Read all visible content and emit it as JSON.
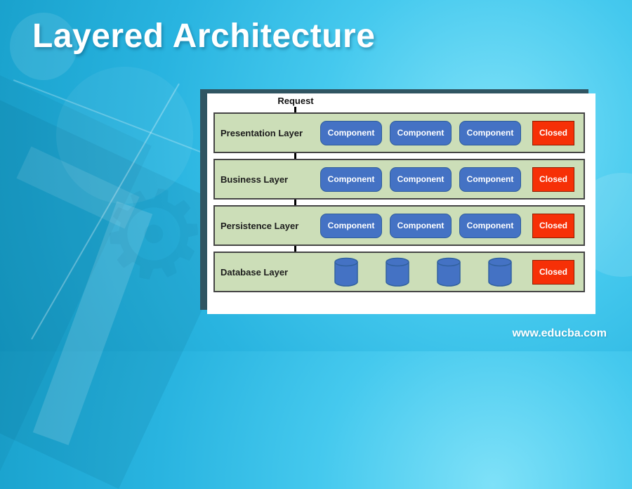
{
  "title": "Layered Architecture",
  "site": "www.educba.com",
  "diagram": {
    "request_label": "Request",
    "layers": [
      {
        "name": "Presentation Layer",
        "components": [
          "Component",
          "Component",
          "Component"
        ],
        "closed": "Closed"
      },
      {
        "name": "Business Layer",
        "components": [
          "Component",
          "Component",
          "Component"
        ],
        "closed": "Closed"
      },
      {
        "name": "Persistence Layer",
        "components": [
          "Component",
          "Component",
          "Component"
        ],
        "closed": "Closed"
      },
      {
        "name": "Database Layer",
        "databases": [
          "database",
          "database",
          "database",
          "database"
        ],
        "closed": "Closed"
      }
    ],
    "colors": {
      "layer_fill": "#ccdeb8",
      "layer_border": "#454545",
      "component_fill": "#4472c4",
      "component_border": "#2f5d9b",
      "closed_fill": "#f63007",
      "closed_border": "#8f1c00"
    }
  }
}
